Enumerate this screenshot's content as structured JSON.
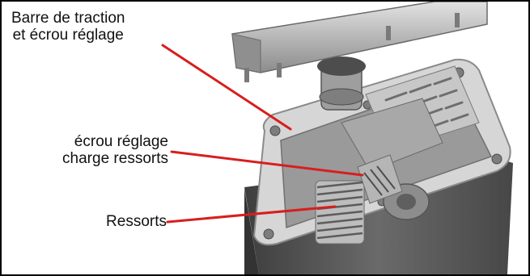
{
  "labels": {
    "traction": {
      "line1": "Barre de traction",
      "line2": "et écrou réglage"
    },
    "ecrou_charge": {
      "line1": "écrou réglage",
      "line2": "charge ressorts"
    },
    "ressorts": {
      "line1": "Ressorts"
    }
  },
  "colors": {
    "leader_line": "#d81e1e",
    "frame_border": "#000000",
    "text": "#111111",
    "machine_dark": "#5a5a5a",
    "machine_light": "#cfcfcf"
  }
}
